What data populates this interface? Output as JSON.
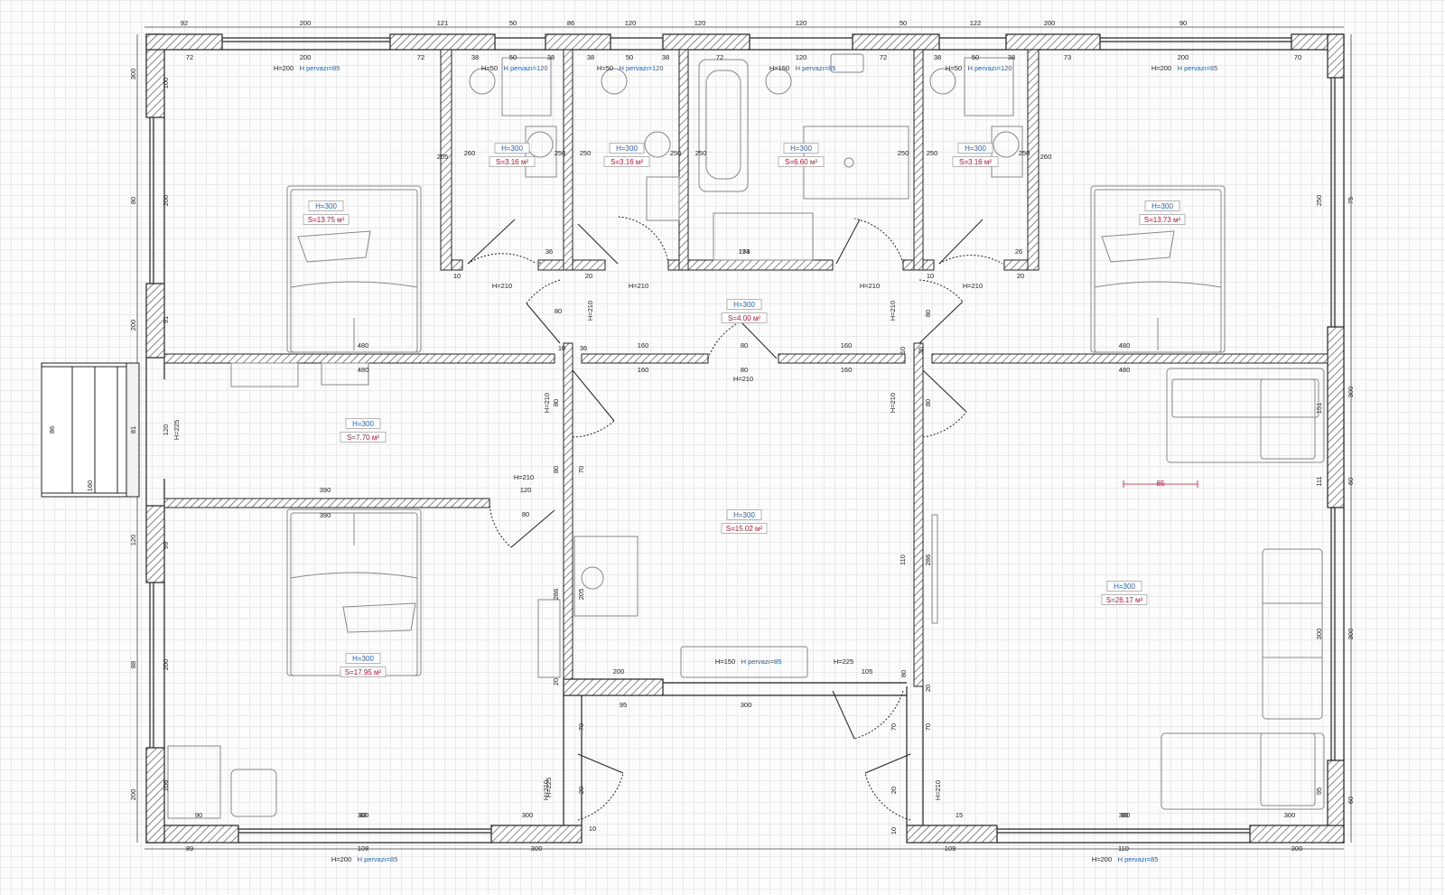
{
  "marker": {
    "label": "85"
  },
  "top_dims": [
    "92",
    "200",
    "121",
    "50",
    "86",
    "120",
    "120",
    "120",
    "50",
    "122",
    "200",
    "90"
  ],
  "inner_top_dims": [
    "200",
    "72",
    "72",
    "38",
    "50",
    "38",
    "38",
    "50",
    "38",
    "72",
    "120",
    "72",
    "38",
    "50",
    "38",
    "73",
    "200",
    "70"
  ],
  "rooms": [
    {
      "h": "H=300",
      "s": "S=13.75 м²"
    },
    {
      "h": "H=300",
      "s": "S=3.16 м²"
    },
    {
      "h": "H=300",
      "s": "S=3.16 м²"
    },
    {
      "h": "H=300",
      "s": "S=6.60 м²"
    },
    {
      "h": "H=300",
      "s": "S=3.16 м²"
    },
    {
      "h": "H=300",
      "s": "S=13.73 м²"
    },
    {
      "h": "H=300",
      "s": "S=4.00 м²"
    },
    {
      "h": "H=300",
      "s": "S=7.70 м²"
    },
    {
      "h": "H=300",
      "s": "S=15.02 м²"
    },
    {
      "h": "H=300",
      "s": "S=26.17 м²"
    },
    {
      "h": "H=300",
      "s": "S=17.95 м²"
    }
  ],
  "wall_labels": [
    {
      "a": "H=200",
      "b": "H pervazı=85"
    },
    {
      "a": "H=50",
      "b": "H pervazı=120"
    },
    {
      "a": "H=50",
      "b": "H pervazı=120"
    },
    {
      "a": "H=150",
      "b": "H pervazı=85"
    },
    {
      "a": "H=50",
      "b": "H pervazı=120"
    },
    {
      "a": "H=200",
      "b": "H pervazı=85"
    },
    {
      "a": "H=150",
      "b": "H pervazı=85"
    },
    {
      "a": "H=225",
      "b": ""
    },
    {
      "a": "H=200",
      "b": "H pervazı=85"
    },
    {
      "a": "H=200",
      "b": "H pervazı=85"
    }
  ],
  "door_labels": [
    "H=210",
    "H=210",
    "H=210",
    "H=210",
    "H=210",
    "H=210",
    "H=210",
    "H=210",
    "H=210",
    "H=210",
    "H=210",
    "H=210",
    "H=225",
    "H=225"
  ],
  "misc_dims": [
    "480",
    "480",
    "480",
    "480",
    "160",
    "80",
    "160",
    "160",
    "80",
    "160",
    "390",
    "390",
    "194",
    "173",
    "300",
    "300",
    "300",
    "95",
    "200",
    "105",
    "80",
    "15",
    "90",
    "300",
    "90",
    "88",
    "300",
    "89",
    "108",
    "300",
    "109",
    "110",
    "300",
    "110",
    "286",
    "286",
    "205",
    "205",
    "260",
    "260",
    "250",
    "250",
    "250",
    "250",
    "250",
    "250",
    "250",
    "250",
    "300",
    "300",
    "151",
    "111",
    "60",
    "60",
    "95",
    "75",
    "300",
    "300",
    "100",
    "80",
    "200",
    "200",
    "91",
    "81",
    "120",
    "120",
    "99",
    "88",
    "200",
    "200",
    "106",
    "86",
    "160",
    "120",
    "80",
    "80",
    "80",
    "80",
    "80",
    "80",
    "70",
    "70",
    "70",
    "70",
    "20",
    "20",
    "20",
    "20",
    "10",
    "10",
    "10",
    "10",
    "36",
    "36",
    "36",
    "26",
    "20",
    "20",
    "10",
    "10"
  ]
}
